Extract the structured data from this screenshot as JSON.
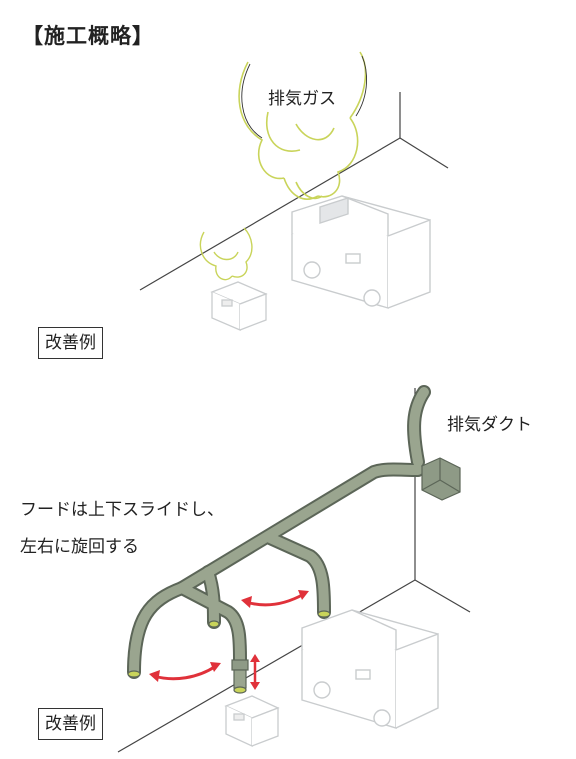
{
  "title": "【施工概略】",
  "labels": {
    "exhaust_gas": "排気ガス",
    "exhaust_duct": "排気ダクト",
    "hood_line1": "フードは上下スライドし、",
    "hood_line2": "左右に旋回する"
  },
  "example_boxes": [
    "改善例",
    "改善例"
  ],
  "colors": {
    "smoke": "#c9d45a",
    "duct": "#8e9a86",
    "duct_edge": "#5c6658",
    "arrow": "#e0313a",
    "line": "#444444"
  }
}
